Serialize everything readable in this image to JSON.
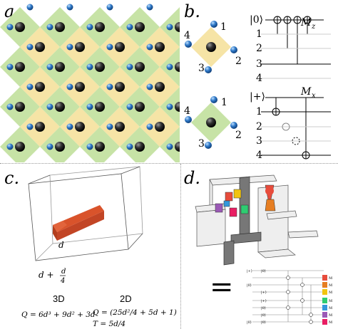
{
  "panel_labels": {
    "a": "a.",
    "b": "b.",
    "c": "c.",
    "d": "d."
  },
  "colors": {
    "green_tile": "#c7e3a6",
    "yellow_tile": "#f6e4a6",
    "black_atom": "#222222",
    "blue_atom": "#2f79c8",
    "bar_orange": "#d9532b",
    "bar_orange_dark": "#b23d1c"
  },
  "panel_b": {
    "top": {
      "qubit_numbers": [
        "1",
        "2",
        "3",
        "4"
      ],
      "ket": "|0⟩",
      "measure": "M",
      "measure_sub": "z",
      "row_labels": [
        "1",
        "2",
        "3",
        "4"
      ]
    },
    "bottom": {
      "qubit_numbers": [
        "1",
        "2",
        "3",
        "4"
      ],
      "ket": "|+⟩",
      "measure": "M",
      "measure_sub": "x",
      "row_labels": [
        "1",
        "2",
        "3",
        "4"
      ]
    }
  },
  "panel_c": {
    "edge_label": "d",
    "dim_label_prefix": "d + ",
    "dim_label_num": "d",
    "dim_label_den": "4",
    "col3d_title": "3D",
    "col2d_title": "2D",
    "formula_3d": "Q = 6d³ + 9d² + 3d",
    "formula_2d_q": "Q = (25d²/4 + 5d + 1)",
    "formula_2d_t": "T = 5d/4"
  },
  "panel_d": {
    "equals": "=",
    "mini_kets": [
      "|+⟩",
      "|0⟩",
      "|0⟩",
      "|+⟩",
      "|+⟩",
      "|0⟩",
      "|0⟩",
      "|0⟩",
      "|0⟩"
    ],
    "mini_meas": [
      "M",
      "M",
      "M",
      "M",
      "M",
      "M",
      "M"
    ],
    "mini_meas_colors": [
      "#e74c3c",
      "#e67e22",
      "#f1c40f",
      "#2ecc71",
      "#3498db",
      "#9b59b6",
      "#e91e63"
    ]
  }
}
